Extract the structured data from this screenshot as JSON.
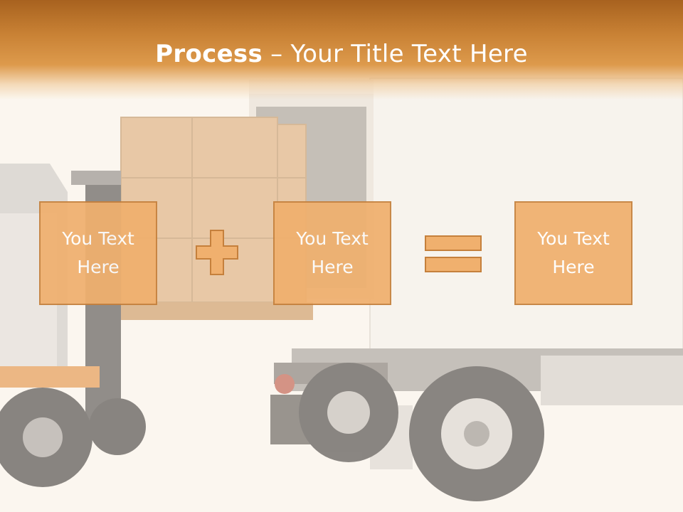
{
  "title": {
    "bold": "Process",
    "dash": " – ",
    "rest": "Your Title Text Here"
  },
  "boxes": [
    {
      "text": "You Text Here"
    },
    {
      "text": "You Text Here"
    },
    {
      "text": "You Text Here"
    }
  ],
  "operators": [
    "plus-icon",
    "equals-icon"
  ],
  "colors": {
    "title_band": "#c98235",
    "box_fill": "#f0b06e",
    "box_border": "#c5803c",
    "operator_fill": "#f0b06e"
  }
}
